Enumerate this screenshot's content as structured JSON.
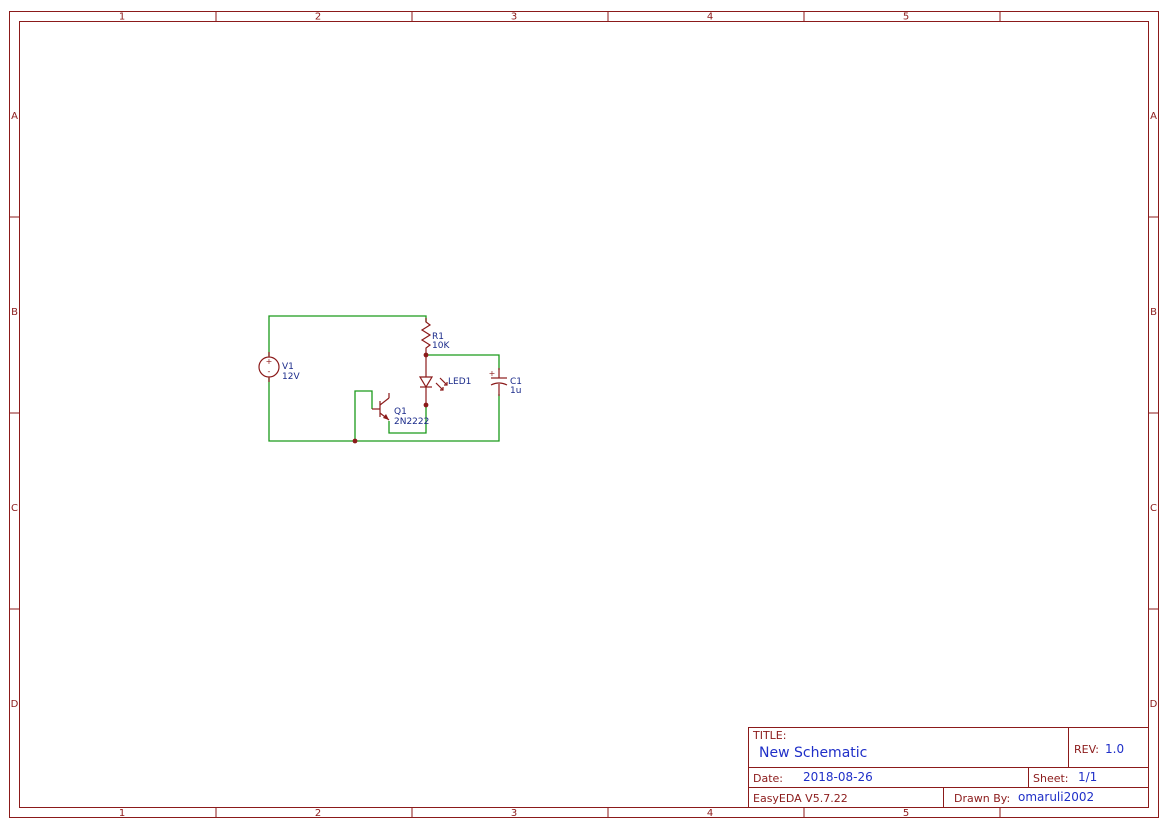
{
  "sheet": {
    "column_labels": [
      "1",
      "2",
      "3",
      "4",
      "5"
    ],
    "row_labels": [
      "A",
      "B",
      "C",
      "D"
    ]
  },
  "components": {
    "v1": {
      "designator": "V1",
      "value": "12V",
      "plus": "+",
      "minus": "-"
    },
    "r1": {
      "designator": "R1",
      "value": "10K"
    },
    "led1": {
      "designator": "LED1"
    },
    "c1": {
      "designator": "C1",
      "value": "1u",
      "plus": "+"
    },
    "q1": {
      "designator": "Q1",
      "value": "2N2222"
    }
  },
  "title_block": {
    "title_label": "TITLE:",
    "title": "New Schematic",
    "rev_label": "REV:",
    "rev": "1.0",
    "date_label": "Date:",
    "date": "2018-08-26",
    "sheet_label": "Sheet:",
    "sheet": "1/1",
    "tool": "EasyEDA V5.7.22",
    "drawn_by_label": "Drawn By:",
    "drawn_by": "omaruli2002"
  },
  "colors": {
    "frame": "#8b1a1a",
    "wire": "#1a9a1a",
    "text_value": "#1f2fc8",
    "designator": "#1a2a8a"
  }
}
